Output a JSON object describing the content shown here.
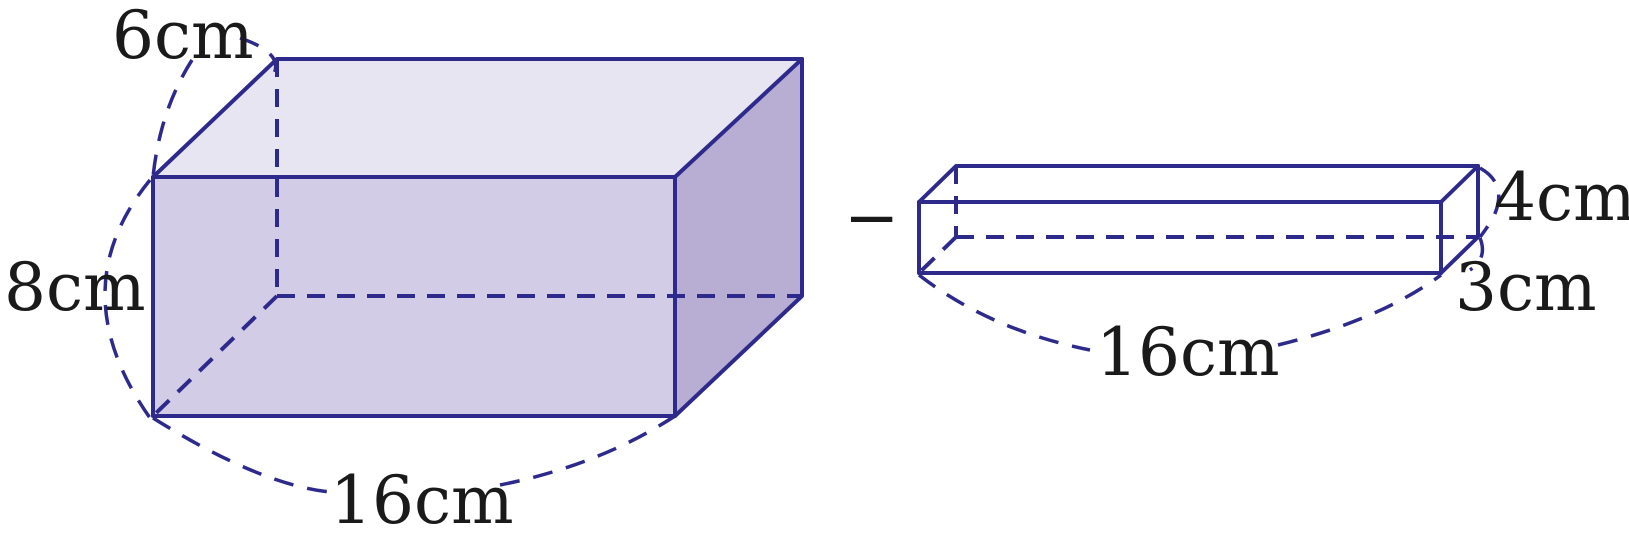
{
  "colors": {
    "stroke": "#2e2a8c",
    "face_front": "#d2cce6",
    "face_top": "#e8e5f2",
    "face_side": "#b8aed4",
    "text": "#1a1a1a"
  },
  "big_box": {
    "width_label": "16cm",
    "height_label": "8cm",
    "depth_label": "6cm"
  },
  "operator": "−",
  "small_box": {
    "width_label": "16cm",
    "height_label": "4cm",
    "depth_label": "3cm"
  }
}
